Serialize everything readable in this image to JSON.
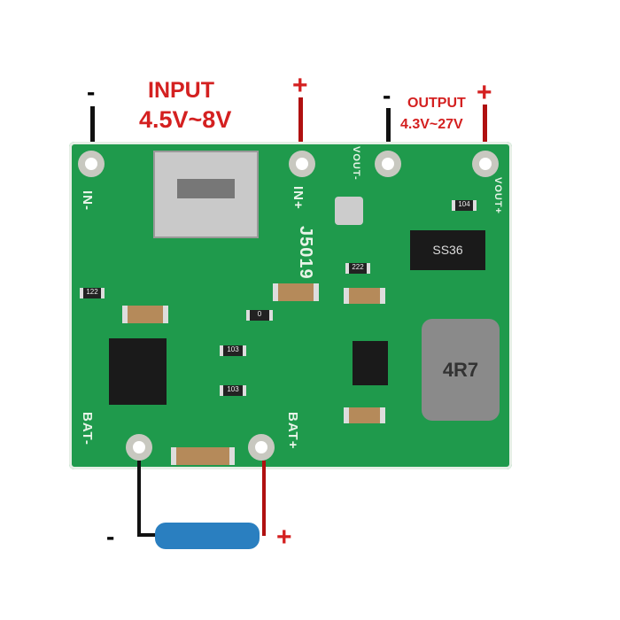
{
  "labels": {
    "input_title": "INPUT",
    "input_range": "4.5V~8V",
    "output_title": "OUTPUT",
    "output_range": "4.3V~27V",
    "input_minus": "-",
    "input_plus": "+",
    "output_minus": "-",
    "output_plus": "+",
    "battery_minus": "-",
    "battery_plus": "+"
  },
  "silkscreen": {
    "in_minus": "IN-",
    "in_plus": "IN+",
    "model": "J5019",
    "bat_minus": "BAT-",
    "bat_plus": "BAT+",
    "vout_minus": "VOUT-",
    "vout_plus": "VOUT+"
  },
  "components": {
    "diode": "SS36",
    "inductor": "4R7",
    "resistor_1": "122",
    "resistor_2": "222",
    "resistor_3": "103",
    "resistor_4": "103",
    "resistor_5": "0",
    "resistor_6": "104"
  },
  "colors": {
    "label_red": "#d42020",
    "pcb_green": "#1f9a4c",
    "battery_blue": "#2a7fc0"
  }
}
